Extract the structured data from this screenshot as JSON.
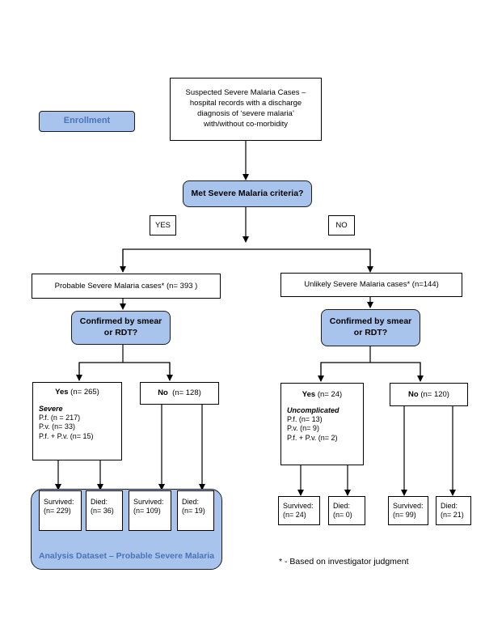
{
  "enrollment": "Enrollment",
  "suspected": [
    "Suspected Severe Malaria Cases –",
    "hospital records with a discharge",
    "diagnosis of ‘severe malaria’",
    "with/without co-morbidity"
  ],
  "criteria": "Met Severe Malaria criteria?",
  "yes_label": "YES",
  "no_label": "NO",
  "probable": "Probable Severe Malaria cases* (n= 393 )",
  "unlikely": "Unlikely Severe Malaria cases* (n=144)",
  "confirm_left": [
    "Confirmed by smear",
    "or RDT?"
  ],
  "confirm_right": [
    "Confirmed by smear",
    "or RDT?"
  ],
  "lyes": {
    "head_b": "Yes",
    "head_n": " (n= 265)",
    "sub": "Severe",
    "lines": [
      "P.f. (n = 217)",
      "P.v. (n= 33)",
      "P.f. + P.v. (n= 15)"
    ]
  },
  "lno": {
    "head_b": "No",
    "head_n": "  (n= 128)"
  },
  "ryes": {
    "head_b": "Yes",
    "head_n": " (n= 24)",
    "sub": "Uncomplicated",
    "lines": [
      "P.f. (n= 13)",
      "P.v. (n= 9)",
      "P.f. + P.v. (n= 2)"
    ]
  },
  "rno": {
    "head_b": "No",
    "head_n": " (n= 120)"
  },
  "outcomes": {
    "l1": [
      "Survived:",
      "(n= 229)"
    ],
    "l2": [
      "Died:",
      "(n= 36)"
    ],
    "l3": [
      "Survived:",
      "(n= 109)"
    ],
    "l4": [
      "Died:",
      "(n= 19)"
    ],
    "r1": [
      "Survived:",
      "(n= 24)"
    ],
    "r2": [
      "Died:",
      "(n= 0)"
    ],
    "r3": [
      "Survived:",
      "(n= 99)"
    ],
    "r4": [
      "Died:",
      "(n= 21)"
    ]
  },
  "analysis": "Analysis Dataset – Probable Severe Malaria",
  "footnote": "* - Based on investigator judgment",
  "colors": {
    "box_fill": "#a8c4ec",
    "accent_text": "#4a73b8"
  }
}
